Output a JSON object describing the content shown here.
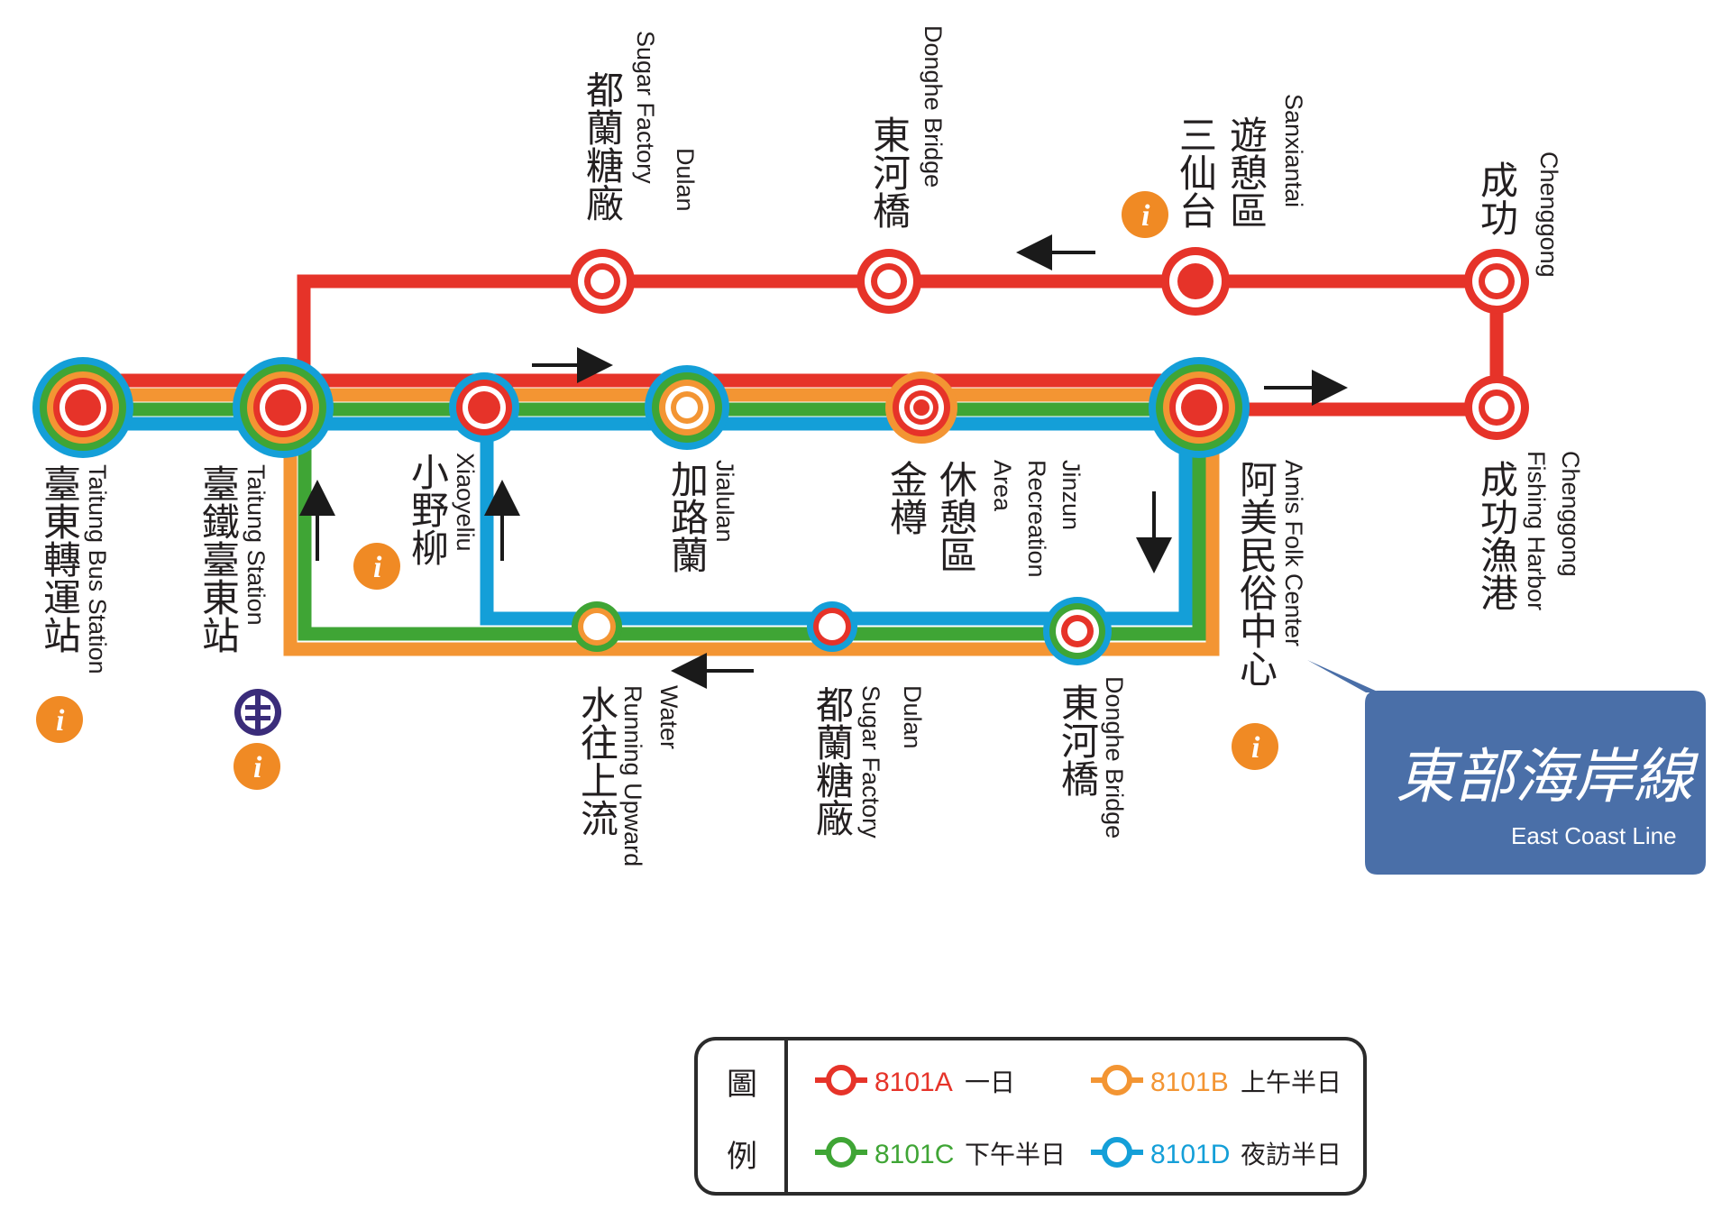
{
  "colors": {
    "route_a": "#e63329",
    "route_b": "#f39533",
    "route_c": "#3fa535",
    "route_d": "#149fd8",
    "arrow": "#1a1a1a",
    "info_icon": "#f08a24",
    "rail_icon": "#3a2c7a",
    "badge_bg": "#4a6fa8"
  },
  "stations": {
    "taitung_bus": {
      "zh": "臺東轉運站",
      "en": "Taitung Bus Station"
    },
    "taitung_rail": {
      "zh": "臺鐵臺東站",
      "en": "Taitung Station"
    },
    "xiaoyeliu": {
      "zh": "小野柳",
      "en": "Xiaoyeliu"
    },
    "jialulan": {
      "zh": "加路蘭",
      "en": "Jialulan"
    },
    "jinzun": {
      "zh": "金樽",
      "zh2": "休憩區",
      "en1": "Jinzun",
      "en2": "Recreation",
      "en3": "Area"
    },
    "amis": {
      "zh": "阿美民俗中心",
      "en": "Amis Folk Center"
    },
    "chenggong_harbor": {
      "zh": "成功漁港",
      "en1": "Chenggong",
      "en2": "Fishing Harbor"
    },
    "chenggong": {
      "zh": "成功",
      "en": "Chenggong"
    },
    "sanxiantai": {
      "zh1": "三仙台",
      "zh2": "遊憩區",
      "en": "Sanxiantai"
    },
    "donghe_top": {
      "zh": "東河橋",
      "en": "Donghe Bridge"
    },
    "dulan_top": {
      "zh": "都蘭糖廠",
      "en1": "Sugar Factory",
      "en2": "Dulan"
    },
    "donghe_bottom": {
      "zh": "東河橋",
      "en": "Donghe Bridge"
    },
    "dulan_bottom": {
      "zh": "都蘭糖廠",
      "en1": "Dulan",
      "en2": "Sugar Factory"
    },
    "water": {
      "zh": "水往上流",
      "en1": "Water",
      "en2": "Running Upward"
    }
  },
  "badge": {
    "title": "東部海岸線",
    "subtitle": "East Coast Line"
  },
  "legend": {
    "heading_1": "圖",
    "heading_2": "例",
    "items": [
      {
        "code": "8101A",
        "label": "一日",
        "color": "#e63329"
      },
      {
        "code": "8101B",
        "label": "上午半日",
        "color": "#f39533"
      },
      {
        "code": "8101C",
        "label": "下午半日",
        "color": "#3fa535"
      },
      {
        "code": "8101D",
        "label": "夜訪半日",
        "color": "#149fd8"
      }
    ]
  }
}
